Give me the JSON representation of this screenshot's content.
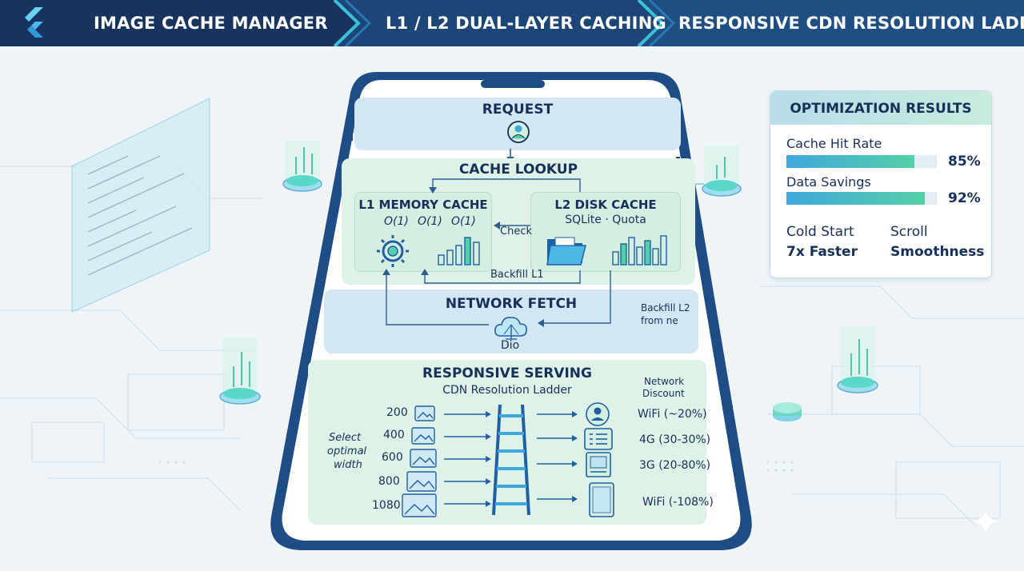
{
  "banner": {
    "steps": [
      "IMAGE CACHE MANAGER",
      "L1 / L2 DUAL-LAYER CACHING",
      "RESPONSIVE CDN RESOLUTION LADDER"
    ],
    "colors": [
      "#18345e",
      "#1d4577",
      "#225889",
      "#17508a"
    ]
  },
  "request": {
    "title": "REQUEST"
  },
  "cache_lookup": {
    "title": "CACHE LOOKUP",
    "l1": {
      "title": "L1 MEMORY CACHE",
      "complexity": [
        "O(1)",
        "O(1)",
        "O(1)"
      ]
    },
    "l2": {
      "title": "L2 DISK CACHE",
      "subtitle": "SQLite · Quota"
    },
    "check_label": "Check",
    "backfill_l1_label": "Backfill L1"
  },
  "network_fetch": {
    "title": "NETWORK FETCH",
    "client_label": "Dio",
    "backfill_l2_label": [
      "Backfill L2",
      "from ne"
    ]
  },
  "responsive_serving": {
    "title": "RESPONSIVE SERVING",
    "subtitle": "CDN Resolution Ladder",
    "select_label": [
      "Select",
      "optimal",
      "width"
    ],
    "network_discount_label": [
      "Network",
      "Discount"
    ],
    "widths": [
      "200",
      "400",
      "600",
      "800",
      "1080"
    ],
    "networks": [
      "WiFi (~20%)",
      "4G (30-30%)",
      "3G (20-80%)",
      "WiFi (-108%)"
    ]
  },
  "results": {
    "title": "OPTIMIZATION RESULTS",
    "metrics": [
      {
        "label": "Cache Hit Rate",
        "value": "85%",
        "fraction": 0.85
      },
      {
        "label": "Data Savings",
        "value": "92%",
        "fraction": 0.92
      }
    ],
    "stats": [
      {
        "label": "Cold Start",
        "value": "7x Faster"
      },
      {
        "label": "Scroll",
        "value": "Smoothness"
      }
    ]
  },
  "colors": {
    "navy": "#17305a",
    "accent_green": "#52d1a8",
    "accent_blue": "#3fa8dc",
    "section_blue": "#d3e6f3",
    "section_green": "#dff2e8",
    "phone_frame": "#1e4d86"
  }
}
